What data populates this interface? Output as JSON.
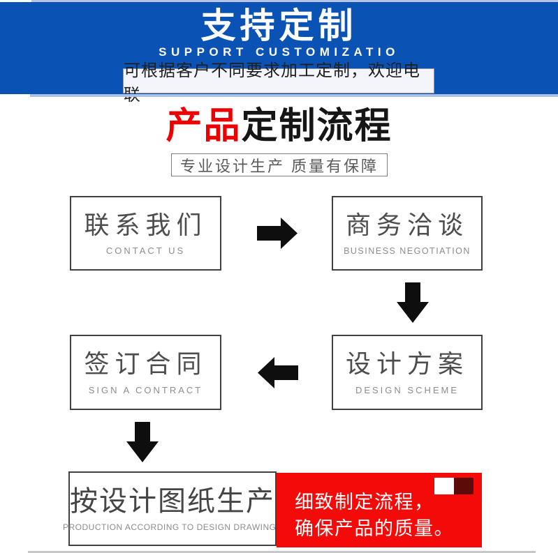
{
  "banner": {
    "title": "支持定制",
    "subtitle": "SUPPORT CUSTOMIZATIO",
    "note": "可根据客户不同要求加工定制，欢迎电联",
    "bg_color": "#0a53b5"
  },
  "section": {
    "title_red": "产品",
    "title_black": "定制流程",
    "tagline": "专业设计生产 质量有保障",
    "accent_red": "#ee0000"
  },
  "flow": {
    "steps": [
      {
        "cn": "联系我们",
        "en": "CONTACT US"
      },
      {
        "cn": "商务洽谈",
        "en": "BUSINESS NEGOTIATION"
      },
      {
        "cn": "签订合同",
        "en": "SIGN A CONTRACT"
      },
      {
        "cn": "设计方案",
        "en": "DESIGN SCHEME"
      },
      {
        "cn": "按设计图纸生产",
        "en": "PRODUCTION ACCORDING TO DESIGN DRAWINGS"
      }
    ],
    "arrow_color": "#0e0e0e",
    "arrows": [
      "right",
      "down",
      "left",
      "down"
    ]
  },
  "highlight": {
    "line1": "细致制定流程，",
    "line2": "确保产品的质量。",
    "bg_color": "#f50a0a",
    "dark_square_color": "#5c0b0b"
  }
}
